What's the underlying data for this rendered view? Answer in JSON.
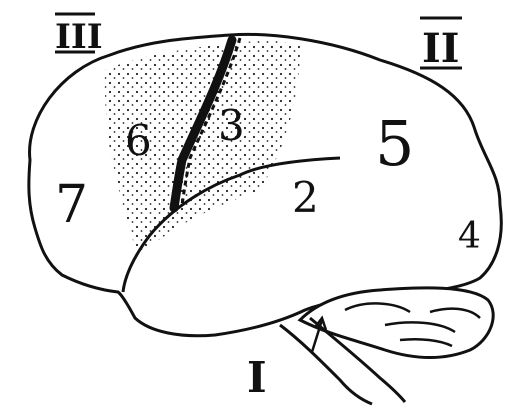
{
  "figure": {
    "roman_labels": [
      "III",
      "II",
      "I"
    ],
    "area_labels": [
      "7",
      "6",
      "3",
      "5",
      "2",
      "4"
    ],
    "colors": {
      "ink": "#111111",
      "background": "#ffffff",
      "stipple": "#222222"
    }
  }
}
